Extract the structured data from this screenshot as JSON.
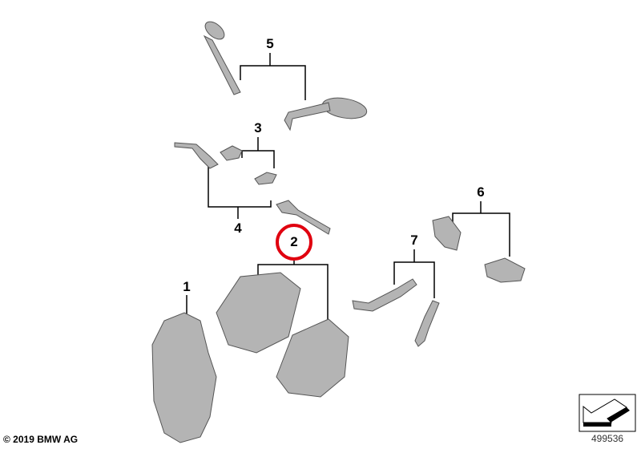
{
  "callouts": {
    "p1": "1",
    "p2": "2",
    "p3": "3",
    "p4": "4",
    "p5": "5",
    "p6": "6",
    "p7": "7"
  },
  "highlighted_callout": "2",
  "colors": {
    "highlight": "#e0000f",
    "part": "#a9a9a9",
    "line": "#000000"
  },
  "footer": {
    "copyright": "© 2019 BMW AG",
    "diagram_number": "499536"
  },
  "icons": {
    "nav": "arrow-left-down-icon"
  }
}
